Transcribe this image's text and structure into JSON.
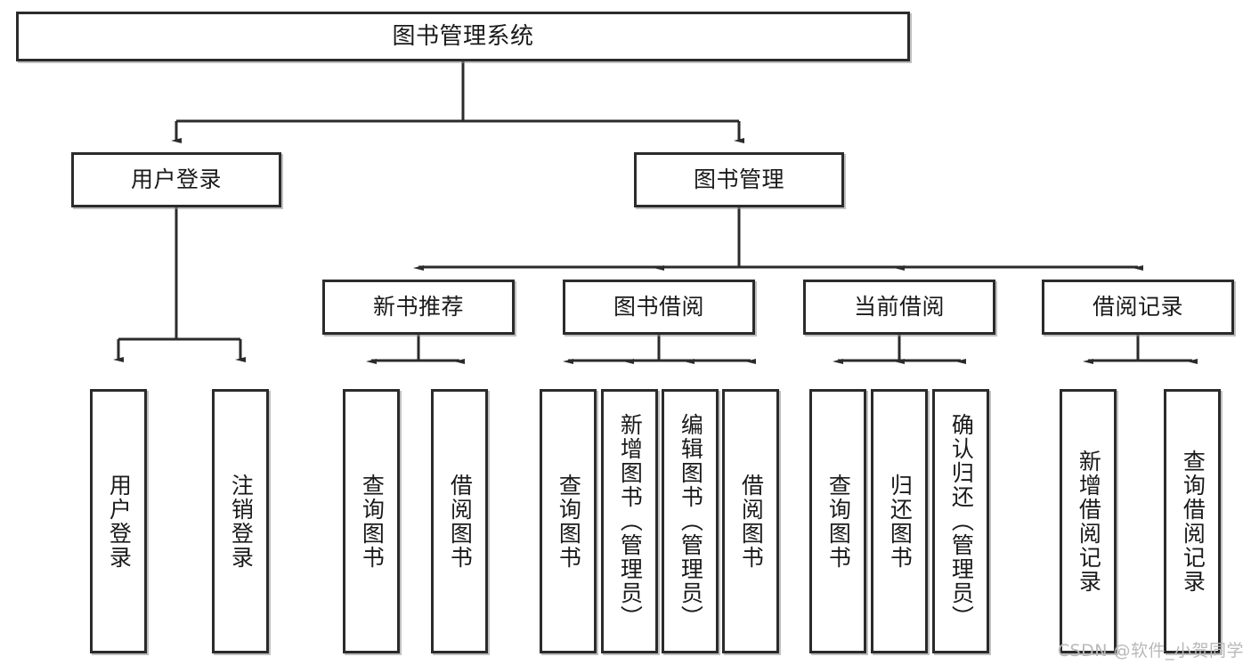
{
  "diagram": {
    "type": "tree-hierarchy-chart",
    "root": {
      "label": "图书管理系统"
    },
    "level2": [
      {
        "label": "用户登录"
      },
      {
        "label": "图书管理"
      }
    ],
    "level3": [
      {
        "label": "新书推荐"
      },
      {
        "label": "图书借阅"
      },
      {
        "label": "当前借阅"
      },
      {
        "label": "借阅记录"
      }
    ],
    "leaves": {
      "user_login": [
        {
          "label": "用户登录"
        },
        {
          "label": "注销登录"
        }
      ],
      "new_book_recommend": [
        {
          "label": "查询图书"
        },
        {
          "label": "借阅图书"
        }
      ],
      "book_borrow": [
        {
          "label": "查询图书"
        },
        {
          "label": "新增图书（管理员）"
        },
        {
          "label": "编辑图书（管理员）"
        },
        {
          "label": "借阅图书"
        }
      ],
      "current_borrow": [
        {
          "label": "查询图书"
        },
        {
          "label": "归还图书"
        },
        {
          "label": "确认归还（管理员）"
        }
      ],
      "borrow_record": [
        {
          "label": "新增借阅记录"
        },
        {
          "label": "查询借阅记录"
        }
      ]
    }
  },
  "watermark": {
    "text": "CSDN @软件_小贺同学"
  },
  "colors": {
    "border": "#2b2b2b",
    "text": "#1a1a1a",
    "background": "#ffffff",
    "watermark": "#b9b9b9"
  }
}
